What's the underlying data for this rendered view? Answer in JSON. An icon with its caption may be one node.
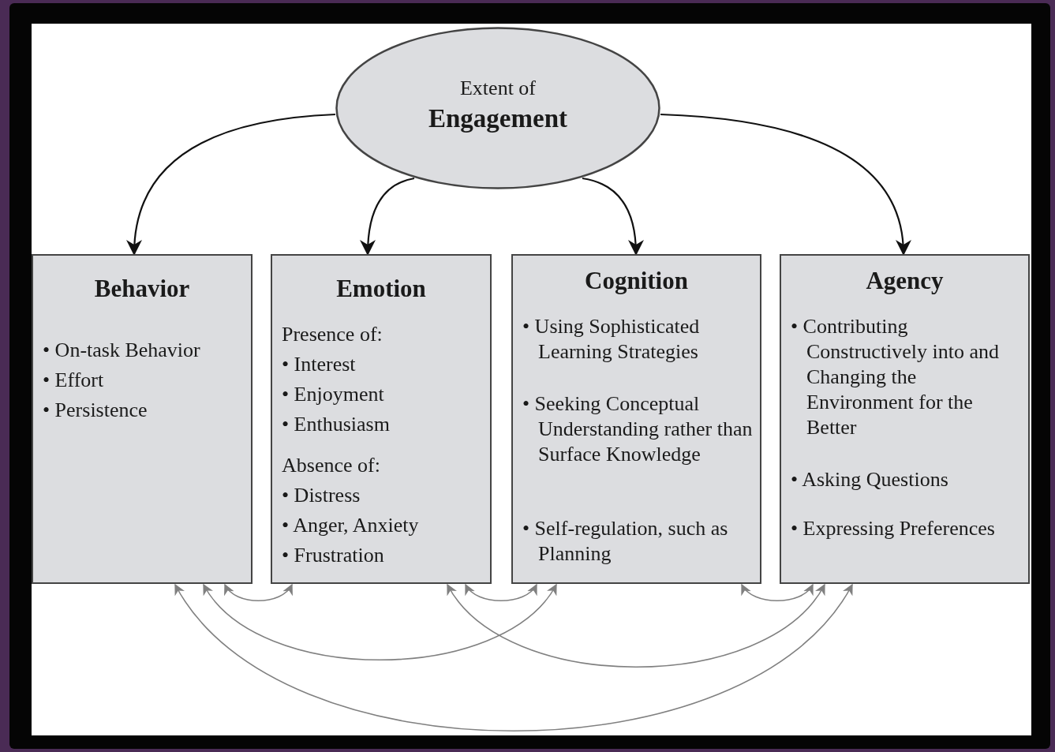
{
  "diagram": {
    "nodes": [
      {
        "text": [
          "Extent of",
          "Engagement"
        ]
      },
      {
        "text": [
          "Behavior",
          "• On-task Behavior",
          "• Effort",
          "• Persistence"
        ]
      },
      {
        "text": [
          "Emotion",
          "Presence of:",
          "• Interest",
          "• Enjoyment",
          "• Enthusiasm",
          "Absence of:",
          "• Distress",
          "• Anger, Anxiety",
          "• Frustration"
        ]
      },
      {
        "text": [
          "Cognition",
          "• Using Sophisticated Learning Strategies",
          "• Seeking Conceptual Understanding rather than Surface Knowledge",
          "• Self-regulation, such as Planning"
        ]
      },
      {
        "text": [
          "Agency",
          "• Contributing Constructively into and Changing the Environment for the Better",
          "• Asking Questions",
          "• Expressing Preferences"
        ]
      }
    ],
    "edges": [
      {
        "from": 0,
        "to": 1,
        "arrow": "to",
        "color": "#111111"
      },
      {
        "from": 0,
        "to": 2,
        "arrow": "to",
        "color": "#111111"
      },
      {
        "from": 0,
        "to": 3,
        "arrow": "to",
        "color": "#111111"
      },
      {
        "from": 0,
        "to": 4,
        "arrow": "to",
        "color": "#111111"
      },
      {
        "from": 1,
        "to": 2,
        "arrow": "both"
      },
      {
        "from": 2,
        "to": 3,
        "arrow": "both"
      },
      {
        "from": 3,
        "to": 4,
        "arrow": "both"
      },
      {
        "from": 1,
        "to": 3,
        "arrow": "both"
      },
      {
        "from": 2,
        "to": 4,
        "arrow": "both"
      },
      {
        "from": 1,
        "to": 4,
        "arrow": "both"
      }
    ]
  }
}
